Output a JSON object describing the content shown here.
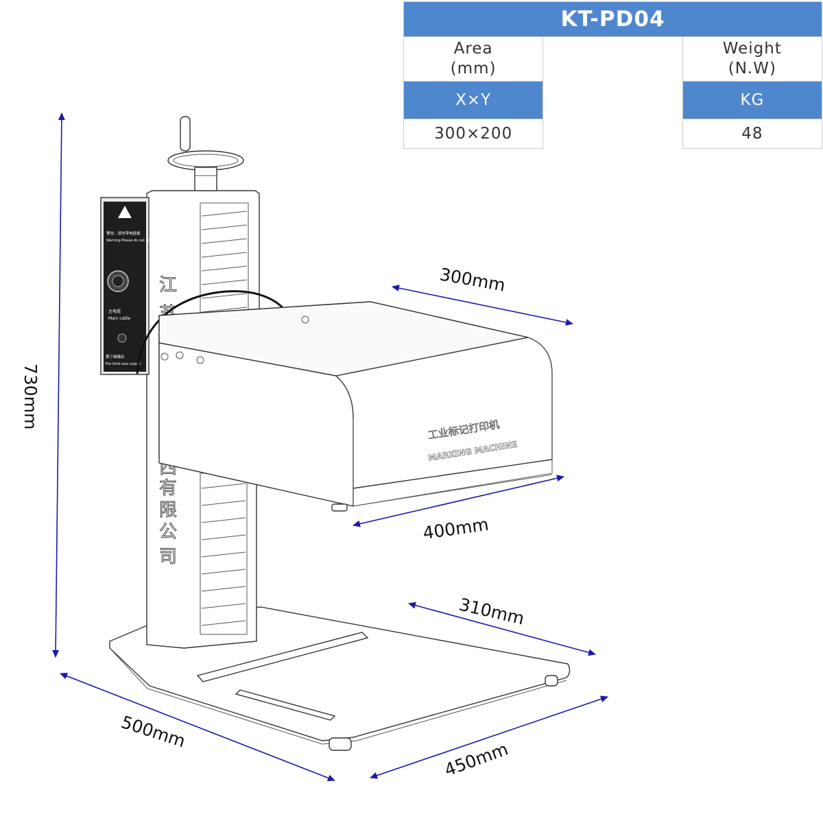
{
  "spec_table": {
    "model": "KT-PD04",
    "headers": [
      {
        "line1": "Area",
        "line2": "(mm)"
      },
      {
        "line1": "Weight",
        "line2": "(N.W)"
      }
    ],
    "units": [
      "X×Y",
      "KG"
    ],
    "values": [
      "300×200",
      "48"
    ]
  },
  "dimensions": {
    "height": "730mm",
    "head_depth": "300mm",
    "head_length": "400mm",
    "base_depth": "310mm",
    "base_width": "500mm",
    "base_length": "450mm"
  },
  "machine": {
    "front_label_cn": "工业标记打印机",
    "front_label_en": "MARKING MACHINE",
    "column_chars": [
      "江",
      "苏",
      "西",
      "有",
      "限",
      "公",
      "司"
    ],
    "panel": {
      "warning_cn": "警告：请勿带电插拔",
      "warning_en": "Warning:Please do not plug or unplug when energized",
      "main_cable_cn": "主电缆",
      "main_cable_en": "Main cable",
      "third_axis_cn": "第三轴输出",
      "third_axis_en": "The third axis output"
    }
  },
  "colors": {
    "header_blue": "#4f87cf",
    "arrow_blue": "#1a1aa8"
  }
}
